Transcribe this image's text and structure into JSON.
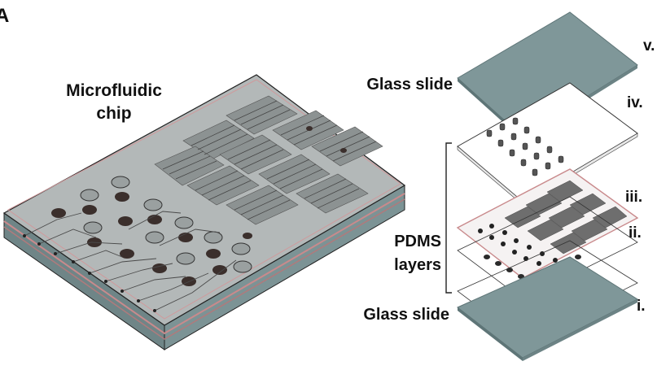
{
  "panel_letter": "A",
  "labels": {
    "chip_line1": "Microfluidic",
    "chip_line2": "chip",
    "glass_top": "Glass slide",
    "glass_bottom": "Glass slide",
    "pdms_line1": "PDMS",
    "pdms_line2": "layers"
  },
  "layer_numerals": [
    "v.",
    "iv.",
    "iii.",
    "ii.",
    "i."
  ],
  "colors": {
    "glass": "#7f9799",
    "glass_edge": "#5e7577",
    "pdms_red": "#c98a8c",
    "chip_fill": "#a9aeae",
    "dark_well": "#3b2f2c",
    "channel": "#4a4a4a"
  }
}
